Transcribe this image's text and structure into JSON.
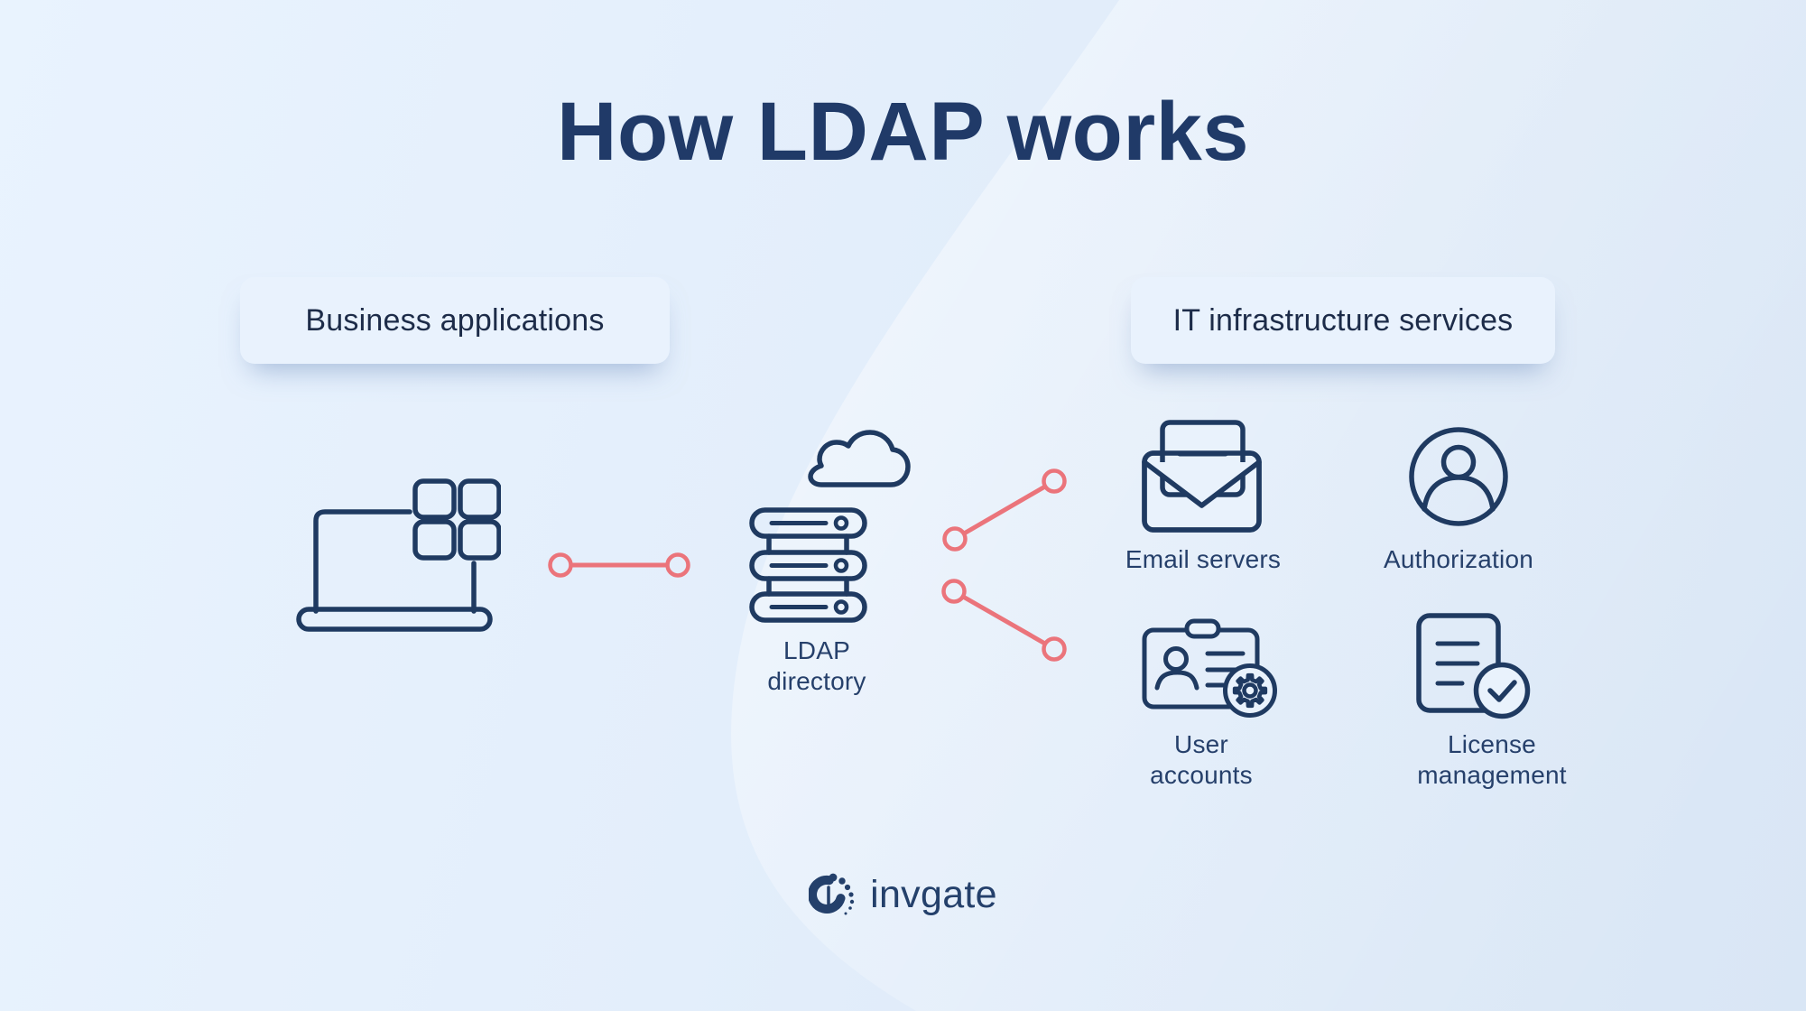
{
  "page": {
    "title": "How LDAP works"
  },
  "labels": {
    "business": "Business applications",
    "it": "IT infrastructure services"
  },
  "nodes": {
    "ldap": "LDAP directory",
    "email": "Email servers",
    "authorization": "Authorization",
    "user_accounts": "User accounts",
    "license": "License management"
  },
  "logo": {
    "text": "invgate"
  },
  "icons": {
    "left_node": "laptop-apps-icon",
    "center_node": "server-stack-cloud-icon",
    "right_nodes": [
      "open-envelope-icon",
      "user-circle-icon",
      "id-card-gear-icon",
      "document-check-icon"
    ],
    "logo_mark": "invgate-spiral-icon"
  },
  "connections": [
    {
      "from": "business-applications",
      "to": "ldap-directory"
    },
    {
      "from": "ldap-directory",
      "to": "email-servers"
    },
    {
      "from": "ldap-directory",
      "to": "user-accounts"
    }
  ],
  "colors": {
    "navy": "#1f3a61",
    "title_navy": "#203a68",
    "coral_connector": "#eb747b",
    "background_blue": "#e3eefb",
    "chip_background": "#e9f2fd"
  }
}
